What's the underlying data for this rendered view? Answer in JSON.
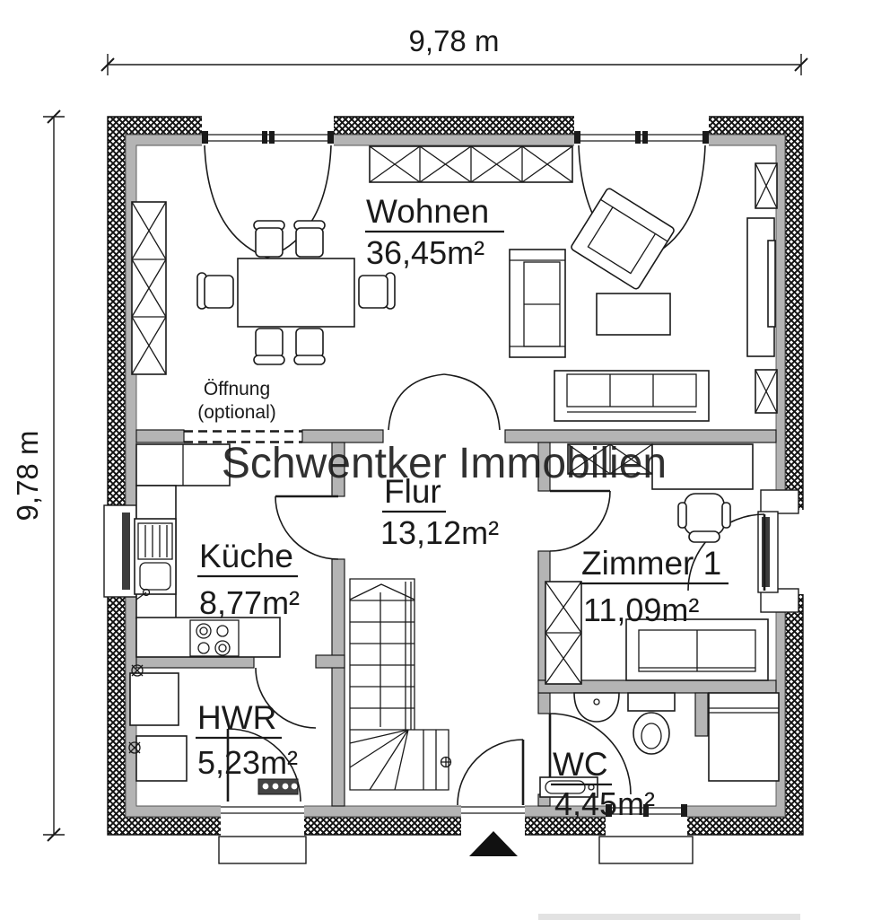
{
  "title": "Floor plan ground floor",
  "watermark": {
    "text": "Schwentker Immobilien"
  },
  "dimensions": {
    "top": "9,78 m",
    "left": "9,78 m"
  },
  "opening_note": {
    "line1": "Öffnung",
    "line2": "(optional)"
  },
  "rooms": [
    {
      "id": "wohnen",
      "name": "Wohnen",
      "area": "36,45m²"
    },
    {
      "id": "flur",
      "name": "Flur",
      "area": "13,12m²"
    },
    {
      "id": "kueche",
      "name": "Küche",
      "area": "8,77m²"
    },
    {
      "id": "zimmer1",
      "name": "Zimmer 1",
      "area": "11,09m²"
    },
    {
      "id": "hwr",
      "name": "HWR",
      "area": "5,23m²"
    },
    {
      "id": "wc",
      "name": "WC",
      "area": "4,45m²"
    }
  ],
  "colors": {
    "wall_gray": "#b4b4b4",
    "watermark_gray": "#9a9a9a",
    "line": "#1a1a1a",
    "background": "#ffffff"
  }
}
